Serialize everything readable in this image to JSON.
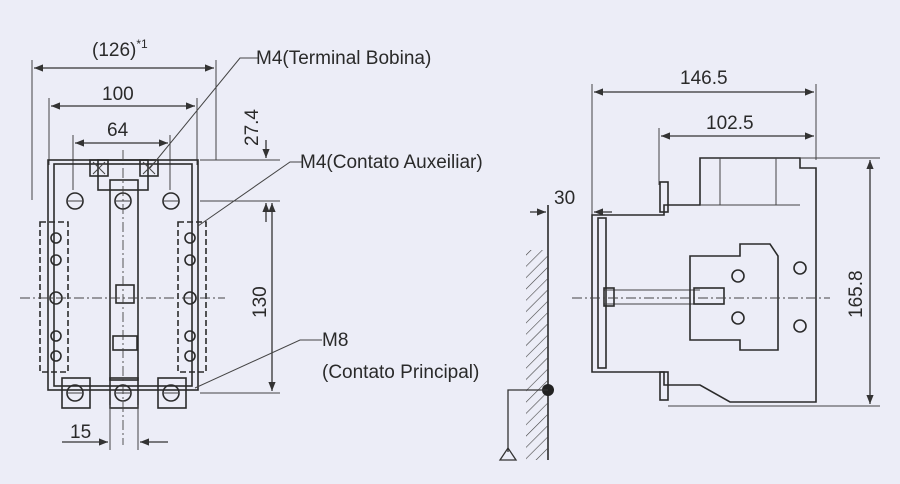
{
  "front_view": {
    "dim_overall_width": "(126)",
    "dim_overall_width_note": "*1",
    "dim_width": "100",
    "dim_pitch": "64",
    "dim_height": "130",
    "dim_top_offset": "27.4",
    "dim_bottom_offset": "15",
    "label_coil_terminal": "M4(Terminal Bobina)",
    "label_aux_contact": "M4(Contato Auxeiliar)",
    "label_main_contact_1": "M8",
    "label_main_contact_2": "(Contato Principal)"
  },
  "side_view": {
    "dim_depth_total": "146.5",
    "dim_depth": "102.5",
    "dim_height": "165.8",
    "dim_wall_offset": "30"
  },
  "colors": {
    "background": "#ecedf7",
    "ink": "#2b2b2b"
  }
}
